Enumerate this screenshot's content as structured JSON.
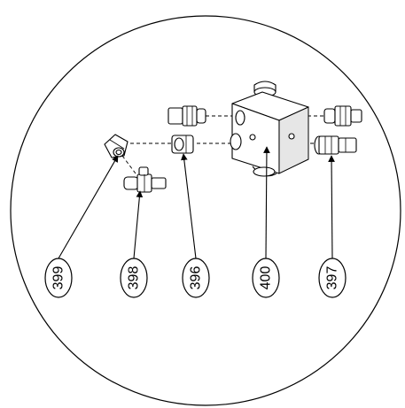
{
  "diagram": {
    "callouts": [
      {
        "id": "c399",
        "label": "399"
      },
      {
        "id": "c398",
        "label": "398"
      },
      {
        "id": "c396",
        "label": "396"
      },
      {
        "id": "c400",
        "label": "400"
      },
      {
        "id": "c397",
        "label": "397"
      }
    ]
  }
}
